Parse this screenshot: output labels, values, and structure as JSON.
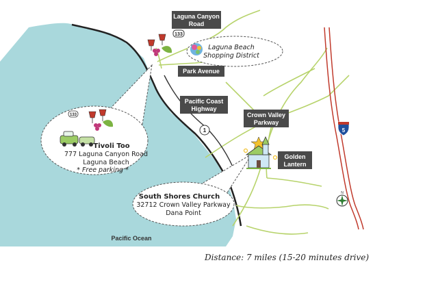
{
  "labels": {
    "laguna_canyon_road": [
      "Laguna Canyon",
      "Road"
    ],
    "park_avenue": "Park Avenue",
    "pacific_coast_highway": [
      "Pacific Coast",
      "Highway"
    ],
    "crown_valley_parkway": [
      "Crown Valley",
      "Parkway"
    ],
    "golden_lantern": [
      "Golden",
      "Lantern"
    ],
    "pacific_ocean": "Pacific Ocean"
  },
  "shopping_district": [
    "Laguna Beach",
    "Shopping District"
  ],
  "tivoli": {
    "name": "Tivoli Too",
    "address_line1": "777 Laguna Canyon Road",
    "address_line2": "Laguna Beach",
    "note": "* Free parking *"
  },
  "church": {
    "name": "South Shores Church",
    "address_line1": "32712 Crown Valley Parkway",
    "address_line2": "Dana Point"
  },
  "route_shields": {
    "ca133_top": "133",
    "ca133_bubble": "133",
    "ca1": "1",
    "i5": "5"
  },
  "compass": "N",
  "distance": "Distance: 7 miles (15-20 minutes drive)",
  "colors": {
    "ocean": "#a9d8dc",
    "roads": "#b7d36b",
    "highway": "#c0392b",
    "label_box": "#4a4a4a"
  }
}
